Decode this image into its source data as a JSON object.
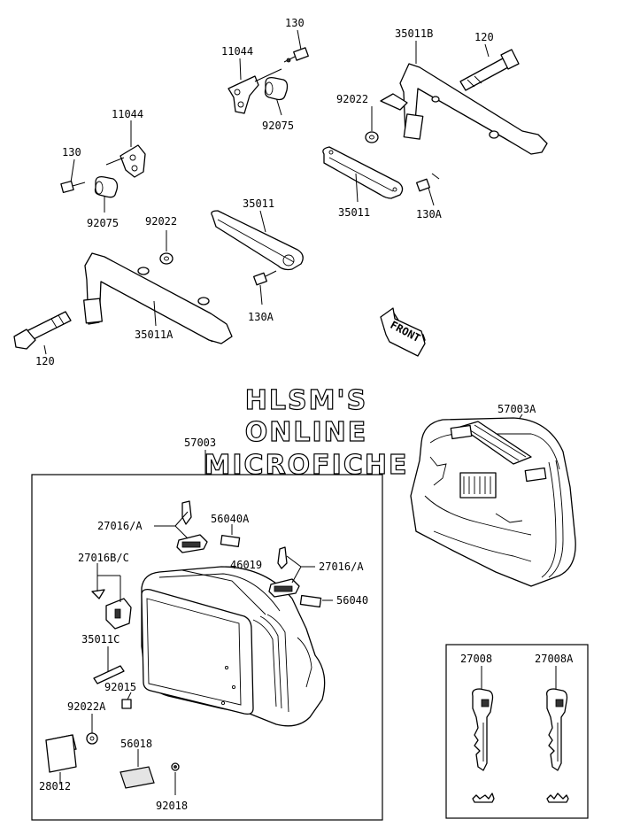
{
  "watermark": {
    "line1": "HLSM'S",
    "line2": "ONLINE",
    "line3": "MICROFICHE"
  },
  "front_arrow": {
    "label": "FRONT"
  },
  "part_labels": {
    "p130_top": "130",
    "p11044_top": "11044",
    "p35011B": "35011B",
    "p120_top": "120",
    "p11044_left": "11044",
    "p92022_top": "92022",
    "p92075_top": "92075",
    "p130_left": "130",
    "p35011_right": "35011",
    "p35011_mid": "35011",
    "p130A_right": "130A",
    "p92075_left": "92075",
    "p92022_mid": "92022",
    "p130A_mid": "130A",
    "p35011A": "35011A",
    "p120_left": "120",
    "p57003": "57003",
    "p57003A": "57003A",
    "p27016A_1": "27016/A",
    "p56040A": "56040A",
    "p27016BC": "27016B/C",
    "p46019": "46019",
    "p27016A_2": "27016/A",
    "p56040": "56040",
    "p35011C": "35011C",
    "p92015": "92015",
    "p92022A": "92022A",
    "p56018": "56018",
    "p28012": "28012",
    "p92018": "92018",
    "p27008": "27008",
    "p27008A": "27008A"
  }
}
